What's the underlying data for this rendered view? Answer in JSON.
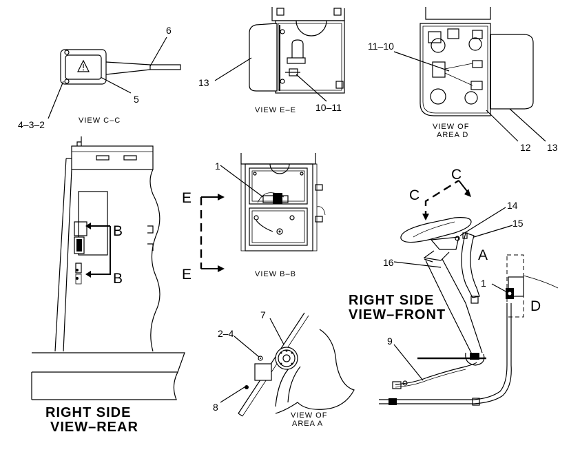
{
  "callouts": {
    "c6": "6",
    "c5": "5",
    "c4_3_2": "4–3–2",
    "c13a": "13",
    "c10_11": "10–11",
    "c11_10": "11–10",
    "c12": "12",
    "c13b": "13",
    "c1a": "1",
    "c14": "14",
    "c15": "15",
    "c16": "16",
    "c1b": "1",
    "c9": "9",
    "c7": "7",
    "c2_4": "2–4",
    "c8": "8"
  },
  "view_titles": {
    "view_cc": "VIEW C–C",
    "view_ee": "VIEW E–E",
    "view_of_area_d_line1": "VIEW OF",
    "view_of_area_d_line2": "AREA D",
    "view_bb": "VIEW B–B",
    "view_of_area_a_line1": "VIEW OF",
    "view_of_area_a_line2": "AREA A",
    "right_side_rear_line1": "RIGHT SIDE",
    "right_side_rear_line2": "VIEW–REAR",
    "right_side_front_line1": "RIGHT SIDE",
    "right_side_front_line2": "VIEW–FRONT"
  },
  "section_letters": {
    "b_top": "B",
    "b_bottom": "B",
    "e_top": "E",
    "e_bottom": "E",
    "c_left": "C",
    "c_right": "C",
    "a": "A",
    "d": "D"
  },
  "icons": {
    "horn_button": "warning-triangle-icon"
  },
  "colors": {
    "line": "#000000",
    "background": "#ffffff"
  }
}
